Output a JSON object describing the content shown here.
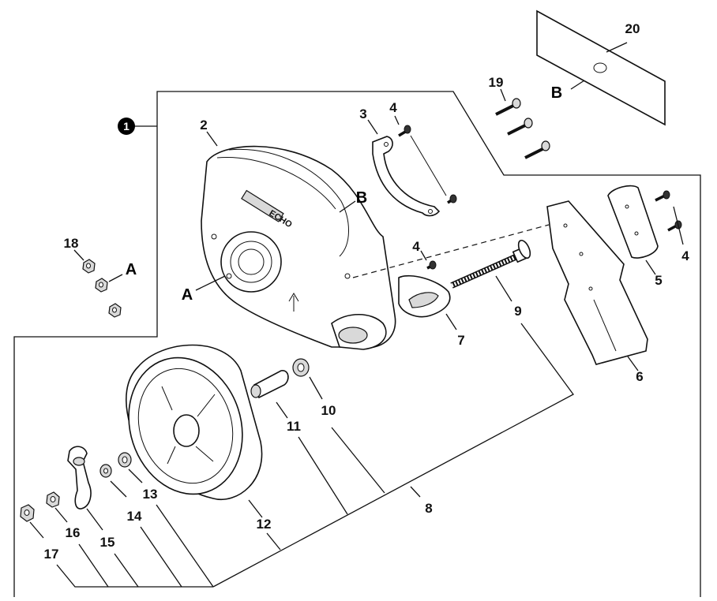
{
  "diagram": {
    "assembly_badge": "1",
    "callouts": {
      "p2": "2",
      "p3": "3",
      "p4a": "4",
      "p4b": "4",
      "p4c": "4",
      "p5": "5",
      "p6": "6",
      "p7": "7",
      "p8": "8",
      "p9": "9",
      "p10": "10",
      "p11": "11",
      "p12": "12",
      "p13": "13",
      "p14": "14",
      "p15": "15",
      "p16": "16",
      "p17": "17",
      "p18": "18",
      "p19": "19",
      "p20": "20"
    },
    "letter_refs": {
      "a_left": "A",
      "a_right": "A",
      "b_guard": "B",
      "b_blade": "B"
    },
    "brand_mark": "ECHO"
  }
}
